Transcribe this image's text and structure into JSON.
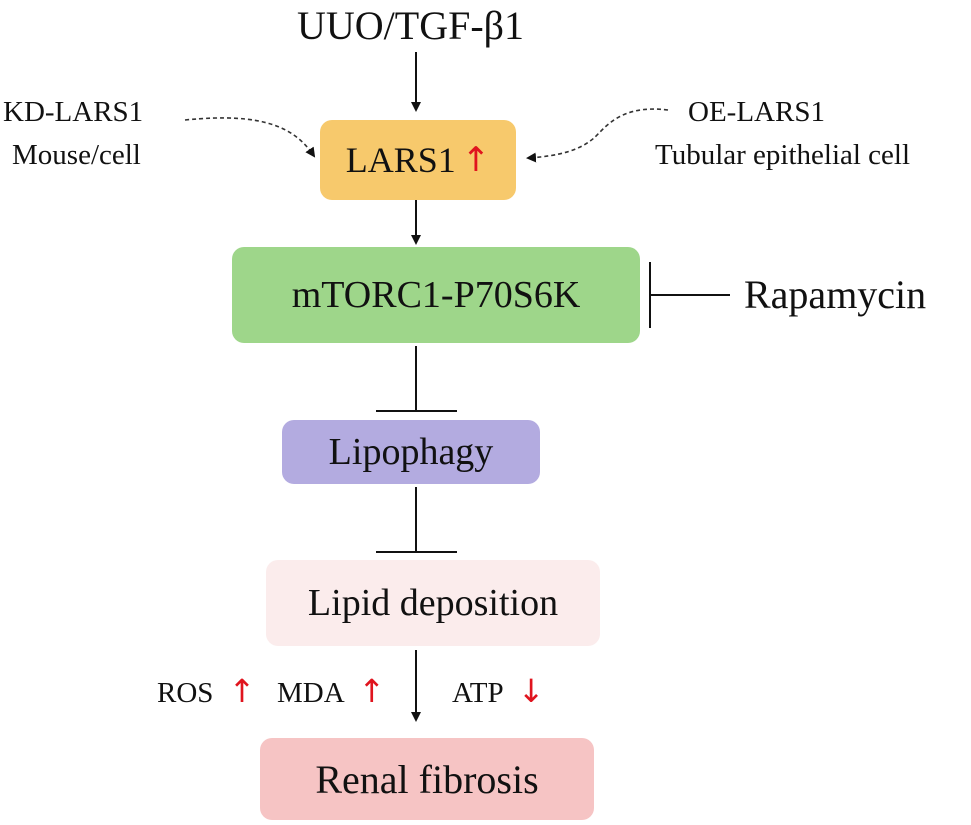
{
  "trigger": "UUO/TGF-β1",
  "knockdown": {
    "line1": "KD-LARS1",
    "line2": "Mouse/cell"
  },
  "overexpression": {
    "line1": "OE-LARS1",
    "line2": "Tubular epithelial cell"
  },
  "nodes": {
    "lars1": {
      "label": "LARS1",
      "indicator": "↑",
      "color": "#f7c96c"
    },
    "mtorc1": {
      "label": "mTORC1-P70S6K",
      "color": "#9ed68a"
    },
    "lipophagy": {
      "label": "Lipophagy",
      "color": "#b3abe0"
    },
    "lipid": {
      "label": "Lipid deposition",
      "color": "#fbecec"
    },
    "fibrosis": {
      "label": "Renal fibrosis",
      "color": "#f6c4c4"
    }
  },
  "inhibitor": "Rapamycin",
  "markers": [
    {
      "label": "ROS",
      "direction": "↑"
    },
    {
      "label": "MDA",
      "direction": "↑"
    },
    {
      "label": "ATP",
      "direction": "↓"
    }
  ],
  "indicator_color": "#e0141e"
}
